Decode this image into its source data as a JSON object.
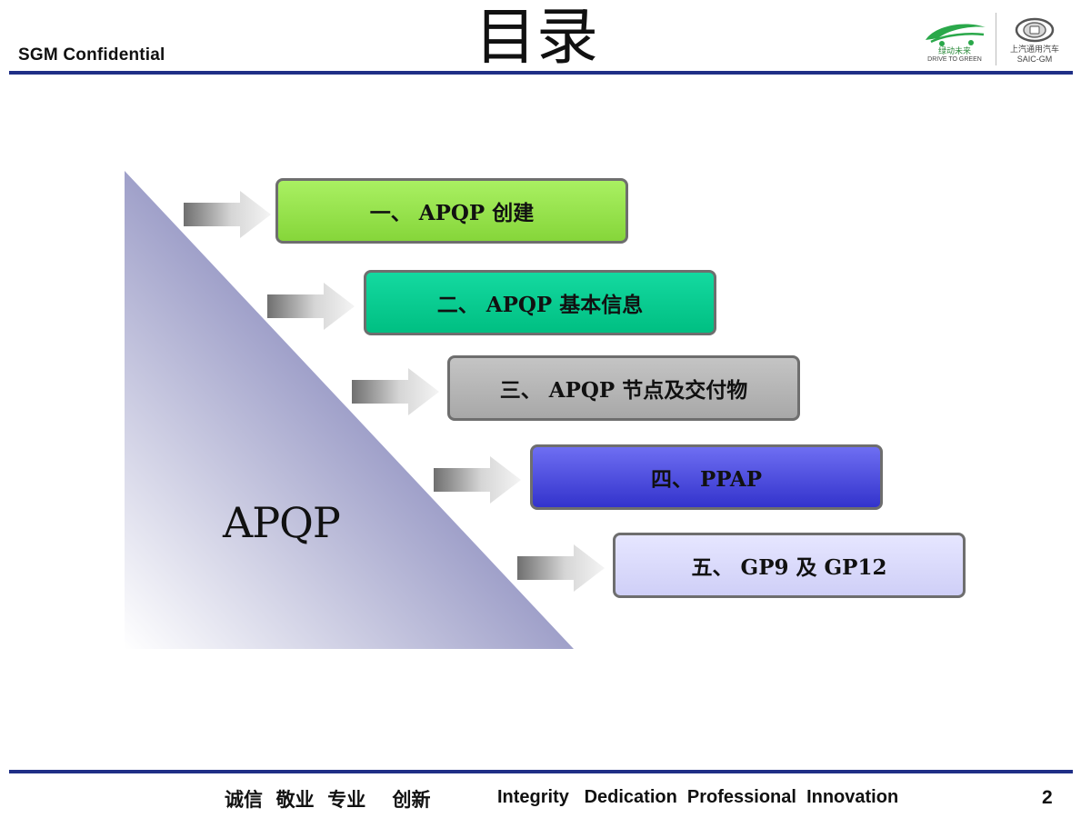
{
  "header": {
    "confidential": "SGM Confidential",
    "title": "目录",
    "logo_left_caption": "DRIVE TO GREEN",
    "logo_left_cn": "绿动未来",
    "logo_right_caption": "SAIC-GM",
    "logo_right_cn": "上汽通用汽车"
  },
  "diagram": {
    "triangle_label": "APQP",
    "items": [
      {
        "label": "一、 APQP 创建",
        "color": "#94e24a"
      },
      {
        "label": "二、 APQP 基本信息",
        "color": "#00cc8f"
      },
      {
        "label": "三、 APQP 节点及交付物",
        "color": "#b3b3b3"
      },
      {
        "label": "四、 PPAP",
        "color": "#4a4ad8"
      },
      {
        "label": "五、 GP9 及 GP12",
        "color": "#dcdcfb"
      }
    ]
  },
  "footer": {
    "values_cn": "诚信  敬业  专业    创新",
    "values_en": "Integrity   Dedication  Professional  Innovation",
    "page_number": "2"
  },
  "colors": {
    "rule": "#1f2f86",
    "triangle_dark": "#8a8bb8",
    "triangle_light": "#f4f4fb"
  }
}
